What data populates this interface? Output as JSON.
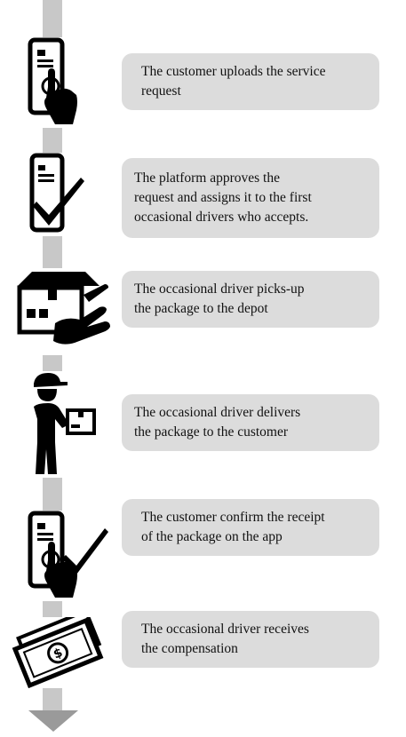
{
  "steps": [
    {
      "text": "The customer uploads the service\nrequest",
      "icon": "phone-tap-icon"
    },
    {
      "text": "The platform approves the\nrequest and assigns it to the first\noccasional drivers who accepts.",
      "icon": "phone-check-icon"
    },
    {
      "text": "The occasional driver picks-up\nthe package to the depot",
      "icon": "package-handover-icon"
    },
    {
      "text": "The occasional driver delivers\nthe package to the customer",
      "icon": "delivery-driver-icon"
    },
    {
      "text": "The customer confirm the receipt\nof the package on the app",
      "icon": "phone-tap-check-icon"
    },
    {
      "text": "The occasional driver receives\nthe compensation",
      "icon": "money-bill-icon"
    }
  ],
  "colors": {
    "box_fill": "#dcdcdc",
    "spine": "#c8c8c8",
    "arrow": "#9a9a9a",
    "icon": "#000000"
  }
}
